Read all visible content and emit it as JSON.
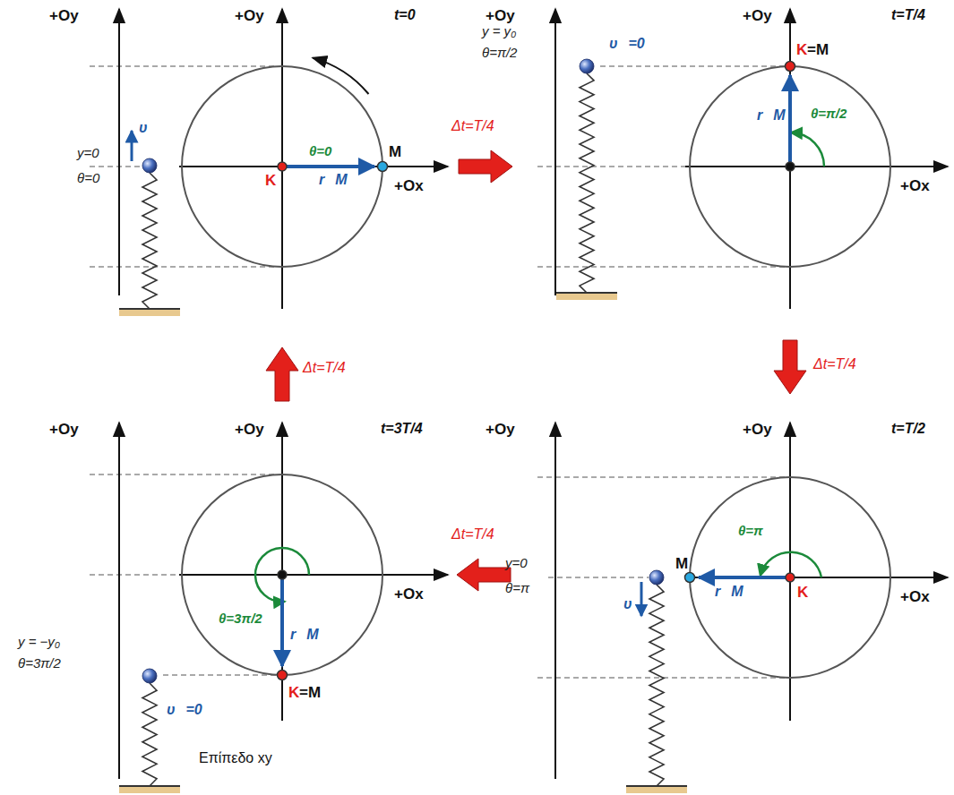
{
  "diagram": {
    "labels": [
      "+Oy",
      "+Oy",
      "t=0",
      "y=0",
      "θ=0",
      "υ⃗",
      "θ=0",
      "M",
      "K",
      "r⃗M",
      "+Ox",
      "Δt=T/4",
      "+Oy",
      "+Oy",
      "t=T/4",
      "υ⃗=0⃗",
      "y = y₀",
      "θ=π/2",
      "K",
      "=M",
      "r⃗M",
      "θ=π/2",
      "+Ox",
      "Δt=T/4",
      "Δt=T/4",
      "+Oy",
      "+Oy",
      "t=3T/4",
      "θ=3π/2",
      "r⃗M",
      "+Ox",
      "y = −y₀",
      "θ=3π/2",
      "υ⃗=0⃗",
      "K",
      "=M",
      "Επίπεδο xy",
      "Δt=T/4",
      "+Oy",
      "+Oy",
      "t=T/2",
      "y=0",
      "θ=π",
      "M",
      "θ=π",
      "r⃗M",
      "K",
      "+Ox",
      "υ⃗"
    ]
  }
}
